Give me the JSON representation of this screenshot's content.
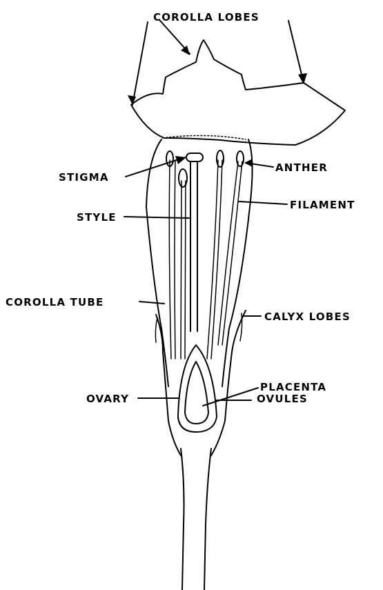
{
  "labels": {
    "corolla_lobes": "COROLLA LOBES",
    "stigma": "STIGMA",
    "anther": "ANTHER",
    "filament": "FILAMENT",
    "style": "STYLE",
    "corolla_tube": "COROLLA TUBE",
    "calyx_lobes": "CALYX LOBES",
    "placenta": "PLACENTA",
    "ovary": "OVARY",
    "ovules": "OVULES"
  }
}
